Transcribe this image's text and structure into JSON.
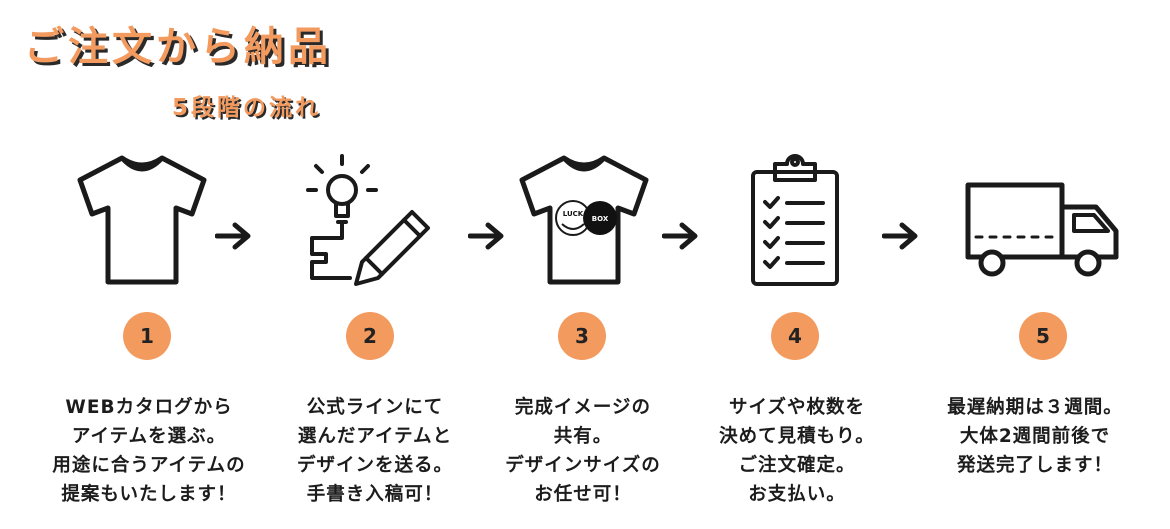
{
  "header": {
    "title": "ご注文から納品",
    "subtitle": "5段階の流れ"
  },
  "colors": {
    "accent": "#f39a5f",
    "ink": "#1c1c1c"
  },
  "steps": [
    {
      "number": "1",
      "icon": "tshirt-icon",
      "text": "WEBカタログから\nアイテムを選ぶ。\n用途に合うアイテムの\n提案もいたします！"
    },
    {
      "number": "2",
      "icon": "idea-pencil-icon",
      "text": "公式ラインにて\n選んだアイテムと\nデザインを送る。\n手書き入稿可！"
    },
    {
      "number": "3",
      "icon": "printed-tshirt-icon",
      "text": "完成イメージの\n共有。\nデザインサイズの\nお任せ可！"
    },
    {
      "number": "4",
      "icon": "clipboard-checklist-icon",
      "text": "サイズや枚数を\n決めて見積もり。\nご注文確定。\nお支払い。"
    },
    {
      "number": "5",
      "icon": "delivery-truck-icon",
      "text": "最遅納期は３週間。\n大体2週間前後で\n発送完了します！"
    }
  ],
  "logo": {
    "left_text": "LUCK",
    "right_text": "BOX"
  }
}
